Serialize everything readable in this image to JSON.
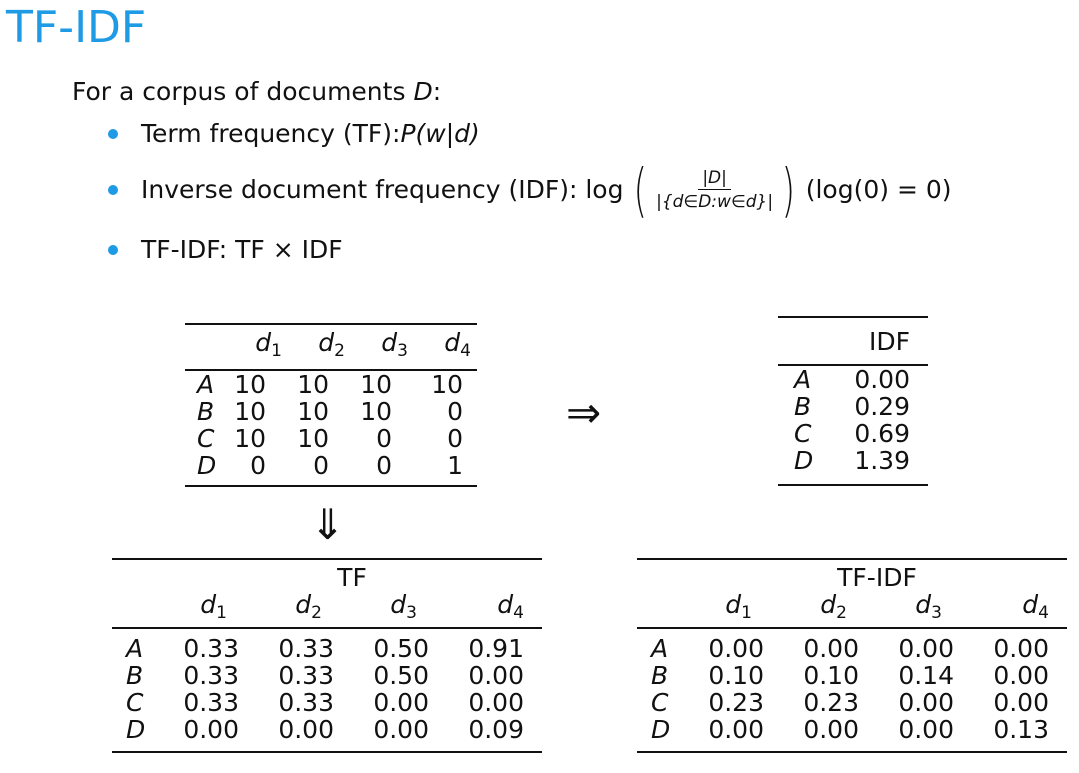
{
  "title": "TF-IDF",
  "intro": {
    "text": "For a corpus of documents ",
    "var": "D",
    "tail": ":"
  },
  "bullets": [
    {
      "label": "Term frequency (TF): ",
      "formula": "P(w|d)"
    },
    {
      "label": "Inverse document frequency (IDF): log",
      "numerator": "|D|",
      "denominator": "|{d∈D:w∈d}|",
      "tail": "(log(0) = 0)"
    },
    {
      "label": "TF-IDF: TF × IDF"
    }
  ],
  "arrows": {
    "right": "⇒",
    "down": "⇓"
  },
  "counts": {
    "columns": [
      "d",
      "d",
      "d",
      "d"
    ],
    "subs": [
      "1",
      "2",
      "3",
      "4"
    ],
    "rows": [
      {
        "label": "A",
        "values": [
          "10",
          "10",
          "10",
          "10"
        ]
      },
      {
        "label": "B",
        "values": [
          "10",
          "10",
          "10",
          "0"
        ]
      },
      {
        "label": "C",
        "values": [
          "10",
          "10",
          "0",
          "0"
        ]
      },
      {
        "label": "D",
        "values": [
          "0",
          "0",
          "0",
          "1"
        ]
      }
    ]
  },
  "idf": {
    "header": "IDF",
    "rows": [
      {
        "label": "A",
        "value": "0.00"
      },
      {
        "label": "B",
        "value": "0.29"
      },
      {
        "label": "C",
        "value": "0.69"
      },
      {
        "label": "D",
        "value": "1.39"
      }
    ]
  },
  "tf": {
    "title": "TF",
    "rows": [
      {
        "label": "A",
        "values": [
          "0.33",
          "0.33",
          "0.50",
          "0.91"
        ]
      },
      {
        "label": "B",
        "values": [
          "0.33",
          "0.33",
          "0.50",
          "0.00"
        ]
      },
      {
        "label": "C",
        "values": [
          "0.33",
          "0.33",
          "0.00",
          "0.00"
        ]
      },
      {
        "label": "D",
        "values": [
          "0.00",
          "0.00",
          "0.00",
          "0.09"
        ]
      }
    ]
  },
  "tfidf": {
    "title": "TF-IDF",
    "rows": [
      {
        "label": "A",
        "values": [
          "0.00",
          "0.00",
          "0.00",
          "0.00"
        ]
      },
      {
        "label": "B",
        "values": [
          "0.10",
          "0.10",
          "0.14",
          "0.00"
        ]
      },
      {
        "label": "C",
        "values": [
          "0.23",
          "0.23",
          "0.00",
          "0.00"
        ]
      },
      {
        "label": "D",
        "values": [
          "0.00",
          "0.00",
          "0.00",
          "0.13"
        ]
      }
    ]
  }
}
